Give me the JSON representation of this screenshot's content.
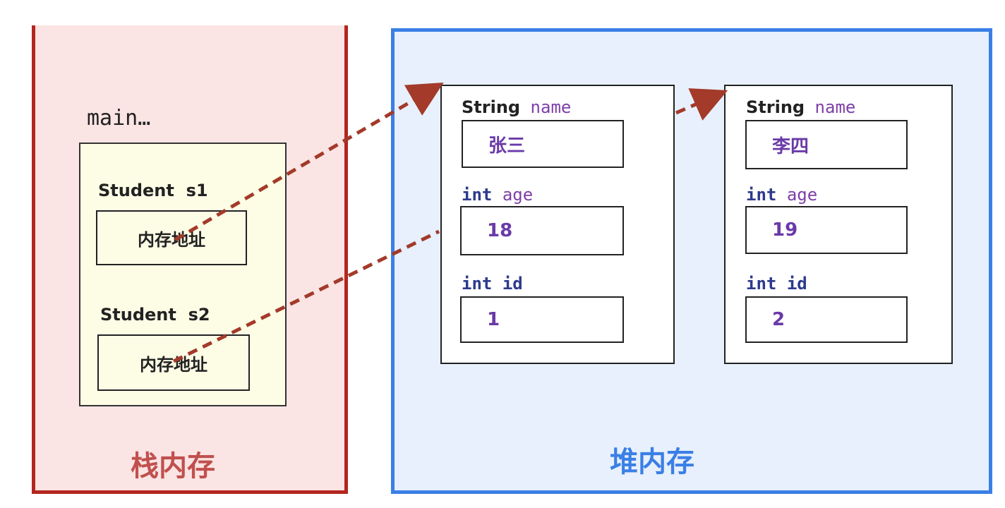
{
  "stack": {
    "title": "栈内存",
    "method_label": "main…",
    "vars": [
      {
        "label": "Student  s1",
        "value": "内存地址"
      },
      {
        "label": "Student  s2",
        "value": "内存地址"
      }
    ]
  },
  "heap": {
    "title": "堆内存",
    "objects": [
      {
        "name_type": "String",
        "name_field": "name",
        "name_value": "张三",
        "age_type": "int",
        "age_field": "age",
        "age_value": "18",
        "id_type": "int",
        "id_field": "id",
        "id_value": "1"
      },
      {
        "name_type": "String",
        "name_field": "name",
        "name_value": "李四",
        "age_type": "int",
        "age_field": "age",
        "age_value": "19",
        "id_type": "int",
        "id_field": "id",
        "id_value": "2"
      }
    ]
  },
  "colors": {
    "stack_border": "#b3261e",
    "stack_bg": "#fbe4e4",
    "heap_border": "#3b7fe6",
    "heap_bg": "#e7f0fc",
    "arrow": "#a33a2a"
  }
}
